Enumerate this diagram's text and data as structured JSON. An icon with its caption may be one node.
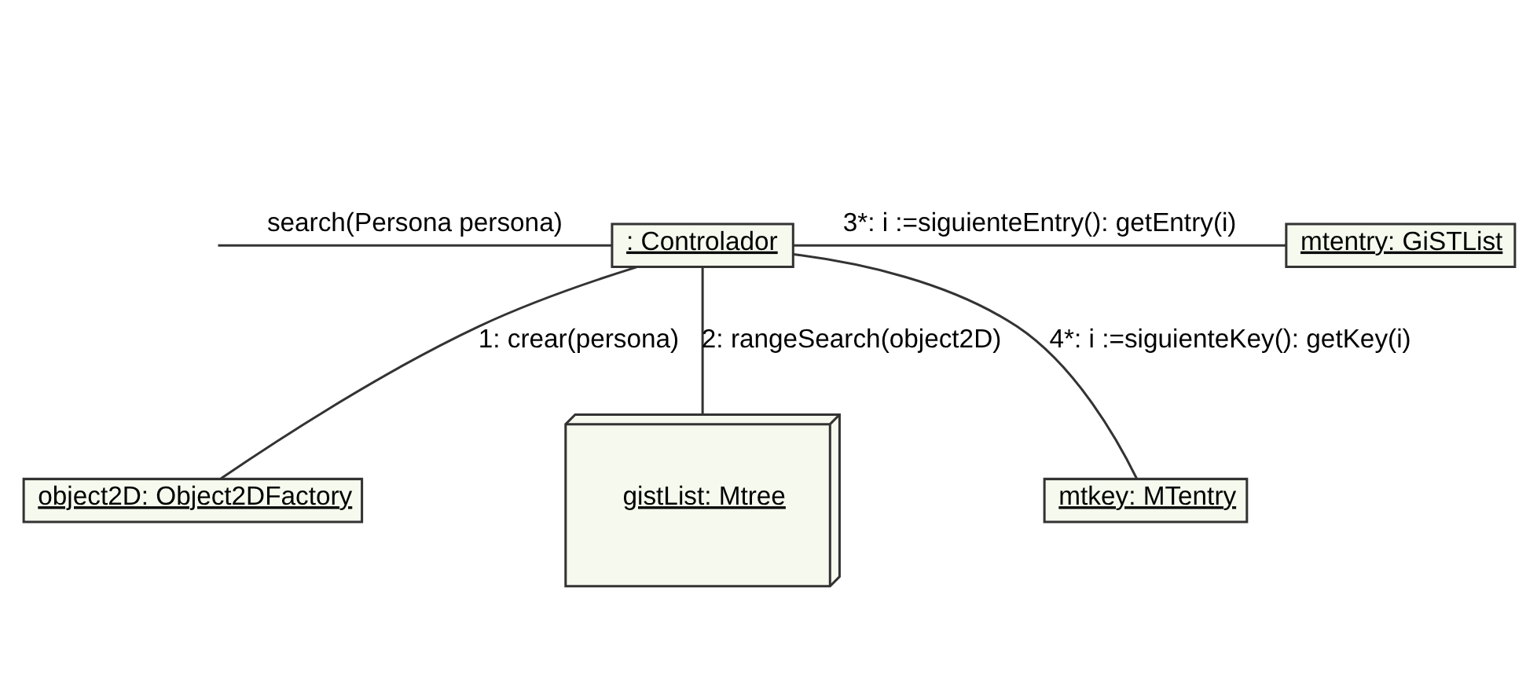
{
  "diagram": {
    "nodes": [
      {
        "text": [
          ": Controlador"
        ]
      },
      {
        "text": [
          "mtentry: GiSTList"
        ]
      },
      {
        "text": [
          "object2D: Object2DFactory"
        ]
      },
      {
        "text": [
          "mtkey: MTentry"
        ]
      },
      {
        "text": [
          "gistList: Mtree"
        ]
      }
    ],
    "edges": [
      {
        "from": null,
        "to": 0,
        "arrow": "none",
        "label": "search(Persona persona)"
      },
      {
        "from": 0,
        "to": 1,
        "arrow": "none",
        "label": "3*: i :=siguienteEntry(): getEntry(i)"
      },
      {
        "from": 0,
        "to": 2,
        "arrow": "none",
        "label": "1: crear(persona)"
      },
      {
        "from": 0,
        "to": 3,
        "arrow": "none",
        "label": "4*: i :=siguienteKey(): getKey(i)"
      },
      {
        "from": 0,
        "to": 4,
        "arrow": "none",
        "label": "2: rangeSearch(object2D)"
      }
    ]
  }
}
